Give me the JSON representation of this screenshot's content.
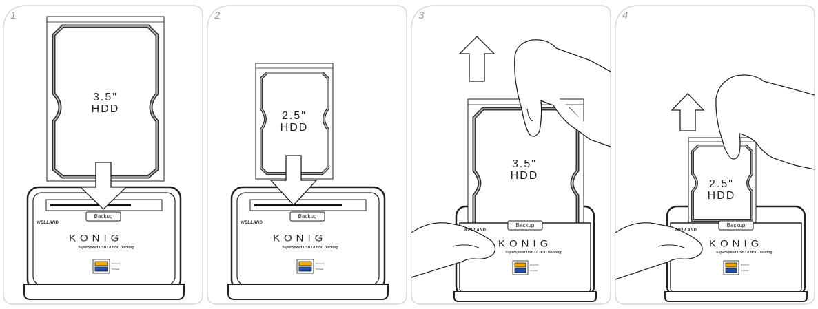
{
  "steps": [
    {
      "number": "1",
      "hdd_size": "3.5\"",
      "hdd_type": "HDD",
      "button": "Backup",
      "brand_small": "WELLAND",
      "brand_big": "KONIG",
      "tagline": "SuperSpeed USB3.0 HDD Docking"
    },
    {
      "number": "2",
      "hdd_size": "2.5\"",
      "hdd_type": "HDD",
      "button": "Backup",
      "brand_small": "WELLAND",
      "brand_big": "KONIG",
      "tagline": "SuperSpeed USB3.0 HDD Docking"
    },
    {
      "number": "3",
      "hdd_size": "3.5\"",
      "hdd_type": "HDD",
      "button": "Backup",
      "brand_small": "WELLAND",
      "brand_big": "KONIG",
      "tagline": "SuperSpeed USB3.0 HDD Docking"
    },
    {
      "number": "4",
      "hdd_size": "2.5\"",
      "hdd_type": "HDD",
      "button": "Backup",
      "brand_small": "WELLAND",
      "brand_big": "KONIG",
      "tagline": "SuperSpeed USB3.0 HDD Docking"
    }
  ],
  "leds": {
    "top": "BACKUP",
    "bottom": "POWER"
  },
  "colors": {
    "led_top": "#f2a900",
    "led_bottom": "#1f4fa8",
    "panel_border": "#cfcfcf",
    "line": "#222222",
    "step_number": "#9a9a9a"
  },
  "icons": {
    "down_arrow": "arrow-down-icon",
    "up_arrow": "arrow-up-icon",
    "hand": "hand-icon"
  }
}
